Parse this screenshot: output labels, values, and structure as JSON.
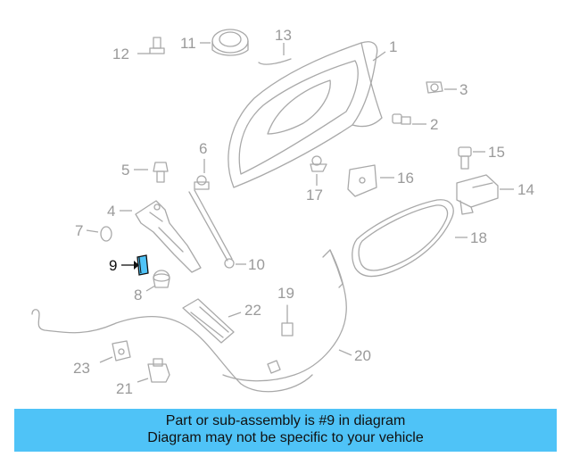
{
  "diagram": {
    "callouts": [
      {
        "number": "1",
        "highlighted": false
      },
      {
        "number": "2",
        "highlighted": false
      },
      {
        "number": "3",
        "highlighted": false
      },
      {
        "number": "4",
        "highlighted": false
      },
      {
        "number": "5",
        "highlighted": false
      },
      {
        "number": "6",
        "highlighted": false
      },
      {
        "number": "7",
        "highlighted": false
      },
      {
        "number": "8",
        "highlighted": false
      },
      {
        "number": "9",
        "highlighted": true
      },
      {
        "number": "10",
        "highlighted": false
      },
      {
        "number": "11",
        "highlighted": false
      },
      {
        "number": "12",
        "highlighted": false
      },
      {
        "number": "13",
        "highlighted": false
      },
      {
        "number": "14",
        "highlighted": false
      },
      {
        "number": "15",
        "highlighted": false
      },
      {
        "number": "16",
        "highlighted": false
      },
      {
        "number": "17",
        "highlighted": false
      },
      {
        "number": "18",
        "highlighted": false
      },
      {
        "number": "19",
        "highlighted": false
      },
      {
        "number": "20",
        "highlighted": false
      },
      {
        "number": "21",
        "highlighted": false
      },
      {
        "number": "22",
        "highlighted": false
      },
      {
        "number": "23",
        "highlighted": false
      }
    ],
    "highlight_color": "#4fc3f7",
    "line_color": "#a9a9a9"
  },
  "banner": {
    "line1": "Part or sub-assembly is #9 in diagram",
    "line2": "Diagram may not be specific to your vehicle",
    "background": "#4fc3f7"
  }
}
